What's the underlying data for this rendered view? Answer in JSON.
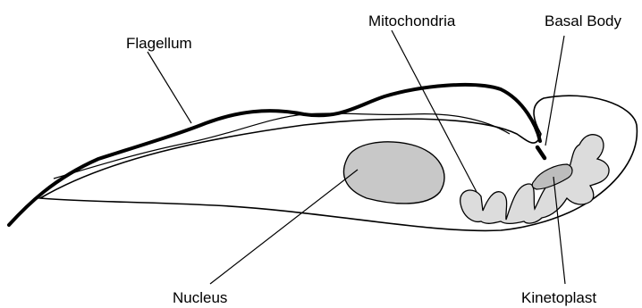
{
  "labels": {
    "flagellum": "Flagellum",
    "mitochondria": "Mitochondria",
    "basal_body": "Basal Body",
    "nucleus": "Nucleus",
    "kinetoplast": "Kinetoplast"
  },
  "colors": {
    "outline": "#000000",
    "cell_fill": "#ffffff",
    "nucleus_fill": "#c8c8c8",
    "mitochondria_fill": "#dcdcdc",
    "kinetoplast_fill": "#bdbdbd"
  }
}
